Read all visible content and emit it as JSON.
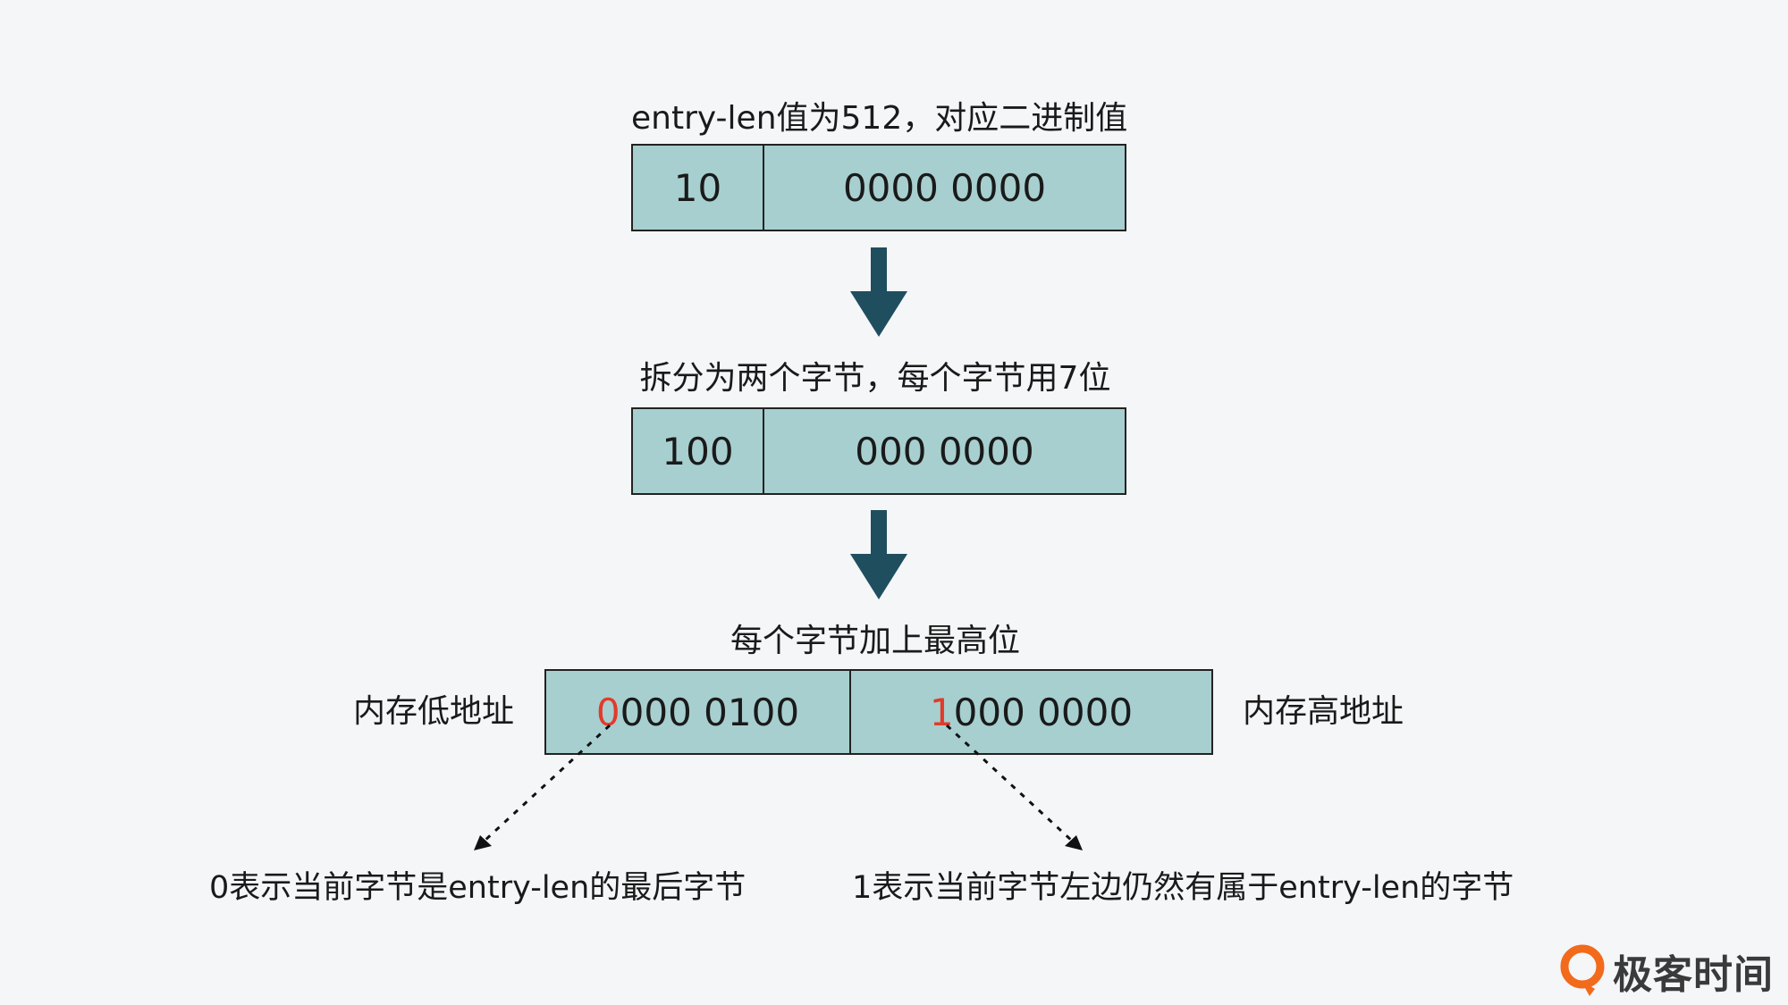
{
  "step1": {
    "title": "entry-len值为512，对应二进制值",
    "cells": [
      "10",
      "0000 0000"
    ]
  },
  "step2": {
    "title": "拆分为两个字节，每个字节用7位",
    "cells": [
      "100",
      "000 0000"
    ]
  },
  "step3": {
    "title": "每个字节加上最高位",
    "low_label": "内存低地址",
    "high_label": "内存高地址",
    "cell_low": {
      "flag_bit": "0",
      "rest": "000 0100"
    },
    "cell_high": {
      "flag_bit": "1",
      "rest": "000 0000"
    }
  },
  "notes": {
    "left": "0表示当前字节是entry-len的最后字节",
    "right": "1表示当前字节左边仍然有属于entry-len的字节"
  },
  "logo": {
    "text": "极客时间"
  },
  "colors": {
    "box_fill": "#a7cfcf",
    "arrow": "#1f4e5f",
    "flag_bit": "#e23a2a",
    "logo_accent": "#f26a1b"
  }
}
